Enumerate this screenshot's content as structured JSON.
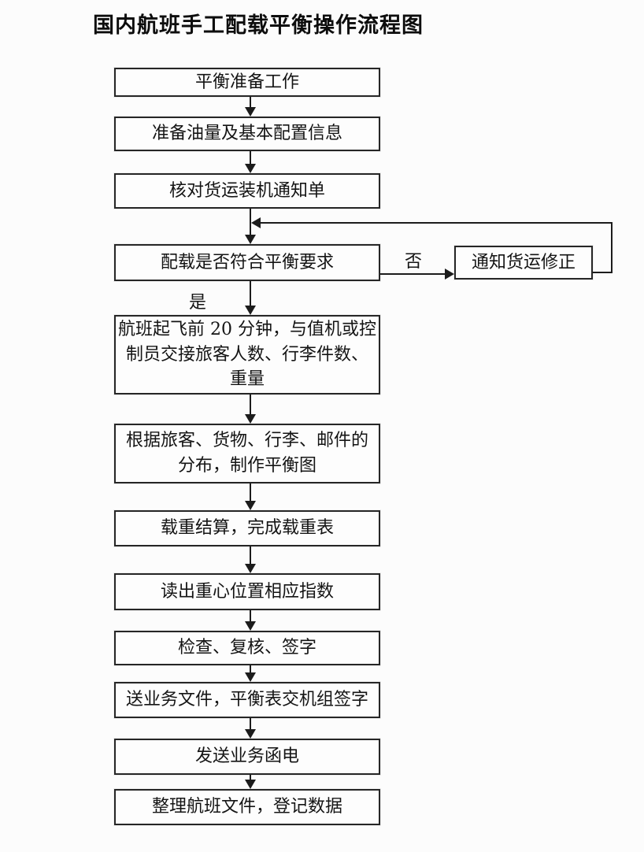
{
  "page": {
    "title": "国内航班手工配载平衡操作流程图"
  },
  "flow": {
    "steps": [
      {
        "id": "s1",
        "label": "平衡准备工作"
      },
      {
        "id": "s2",
        "label": "准备油量及基本配置信息"
      },
      {
        "id": "s3",
        "label": "核对货运装机通知单"
      },
      {
        "id": "s4",
        "label": "配载是否符合平衡要求",
        "type": "decision"
      },
      {
        "id": "s5",
        "label": "航班起飞前 20 分钟，与值机或控\n制员交接旅客人数、行李件数、\n重量"
      },
      {
        "id": "s6",
        "label": "根据旅客、货物、行李、邮件的\n分布，制作平衡图"
      },
      {
        "id": "s7",
        "label": "载重结算，完成载重表"
      },
      {
        "id": "s8",
        "label": "读出重心位置相应指数"
      },
      {
        "id": "s9",
        "label": "检查、复核、签字"
      },
      {
        "id": "s10",
        "label": "送业务文件，平衡表交机组签字"
      },
      {
        "id": "s11",
        "label": "发送业务函电"
      },
      {
        "id": "s12",
        "label": "整理航班文件，登记数据"
      }
    ],
    "side_step": {
      "id": "side1",
      "label": "通知货运修正"
    },
    "branch_labels": {
      "no": "否",
      "yes": "是"
    },
    "edges": [
      {
        "from": "s1",
        "to": "s2"
      },
      {
        "from": "s2",
        "to": "s3"
      },
      {
        "from": "s3",
        "to": "s4"
      },
      {
        "from": "s4",
        "to": "s5",
        "label": "是"
      },
      {
        "from": "s4",
        "to": "side1",
        "label": "否"
      },
      {
        "from": "side1",
        "to": "s4",
        "type": "loopback"
      },
      {
        "from": "s5",
        "to": "s6"
      },
      {
        "from": "s6",
        "to": "s7"
      },
      {
        "from": "s7",
        "to": "s8"
      },
      {
        "from": "s8",
        "to": "s9"
      },
      {
        "from": "s9",
        "to": "s10"
      },
      {
        "from": "s10",
        "to": "s11"
      },
      {
        "from": "s11",
        "to": "s12"
      }
    ]
  },
  "colors": {
    "ink": "#1c1c1c",
    "paper": "#fcfcfc",
    "box_fill": "#fdfdfd"
  }
}
